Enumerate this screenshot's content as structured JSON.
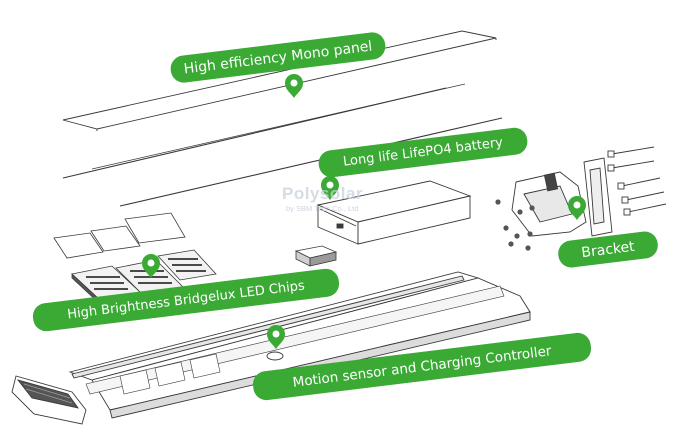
{
  "callouts": {
    "panel": "High efficiency Mono panel",
    "battery": "Long life LifePO4 battery",
    "bracket": "Bracket",
    "led_chips": "High Brightness Bridgelux LED Chips",
    "controller": "Motion sensor and Charging Controller"
  },
  "watermark": {
    "brand": "Polysolar",
    "company": "by SBM Tech Co., Ltd"
  },
  "colors": {
    "accent": "#3aaa35",
    "line": "#3a3a3a",
    "watermark": "#c9d1dc"
  },
  "icons": [
    "map-pin-icon"
  ]
}
